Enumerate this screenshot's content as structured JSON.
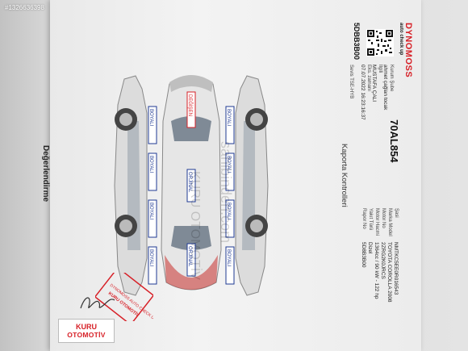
{
  "stock_id": "#1326636398",
  "report": {
    "brand": "DYNOMOSS",
    "brand_sub": "auto check up",
    "plate": "70AL854",
    "report_id": "5DBB3B00",
    "section_title": "Kaporta Kontrolleri",
    "sidebar_cut_text": "Değerlendirme",
    "branch_label": "Kurum Şube",
    "branch_value": "ahmet çağlan tocak",
    "owner_label": "İlgili",
    "owner_value": "MUSTAFA ÇALI",
    "date_label": "Eks. zamanı",
    "date_value": "07.07.2022 16:23:16:37",
    "seri_label": "Sevis TSE-HYB",
    "right_fields": [
      {
        "label": "Şasi",
        "value": "NMTKC5EE0R016543"
      },
      {
        "label": "Marka Model",
        "value": "TOYOTA COROLLA 2008"
      },
      {
        "label": "Motor No",
        "value": "2ZRG2K0JRCS"
      },
      {
        "label": "Motor Hacmi",
        "value": "1364cc / 90 kW - 122 hp"
      },
      {
        "label": "Yakıt Türü",
        "value": "Dizel"
      },
      {
        "label": "Rapor No",
        "value": "5D8B3B00"
      }
    ]
  },
  "diagram": {
    "part_label": "BOYALI",
    "original_label": "ORJİNAL",
    "changed_label": "DEĞİŞEN",
    "label_colors": {
      "boyali": "#1f3a93",
      "orjinal": "#1f3a93",
      "degisen": "#d72027"
    }
  },
  "stamp": {
    "line1": "DYNOMOSS AUTO CHECK UP",
    "line2": "KURU OTOMOTİV"
  },
  "watermarks": [
    "sahibinden.com",
    "KURU OTOMOTİV"
  ],
  "logo": {
    "line1": "KURU",
    "line2": "OTOMOTİV"
  }
}
